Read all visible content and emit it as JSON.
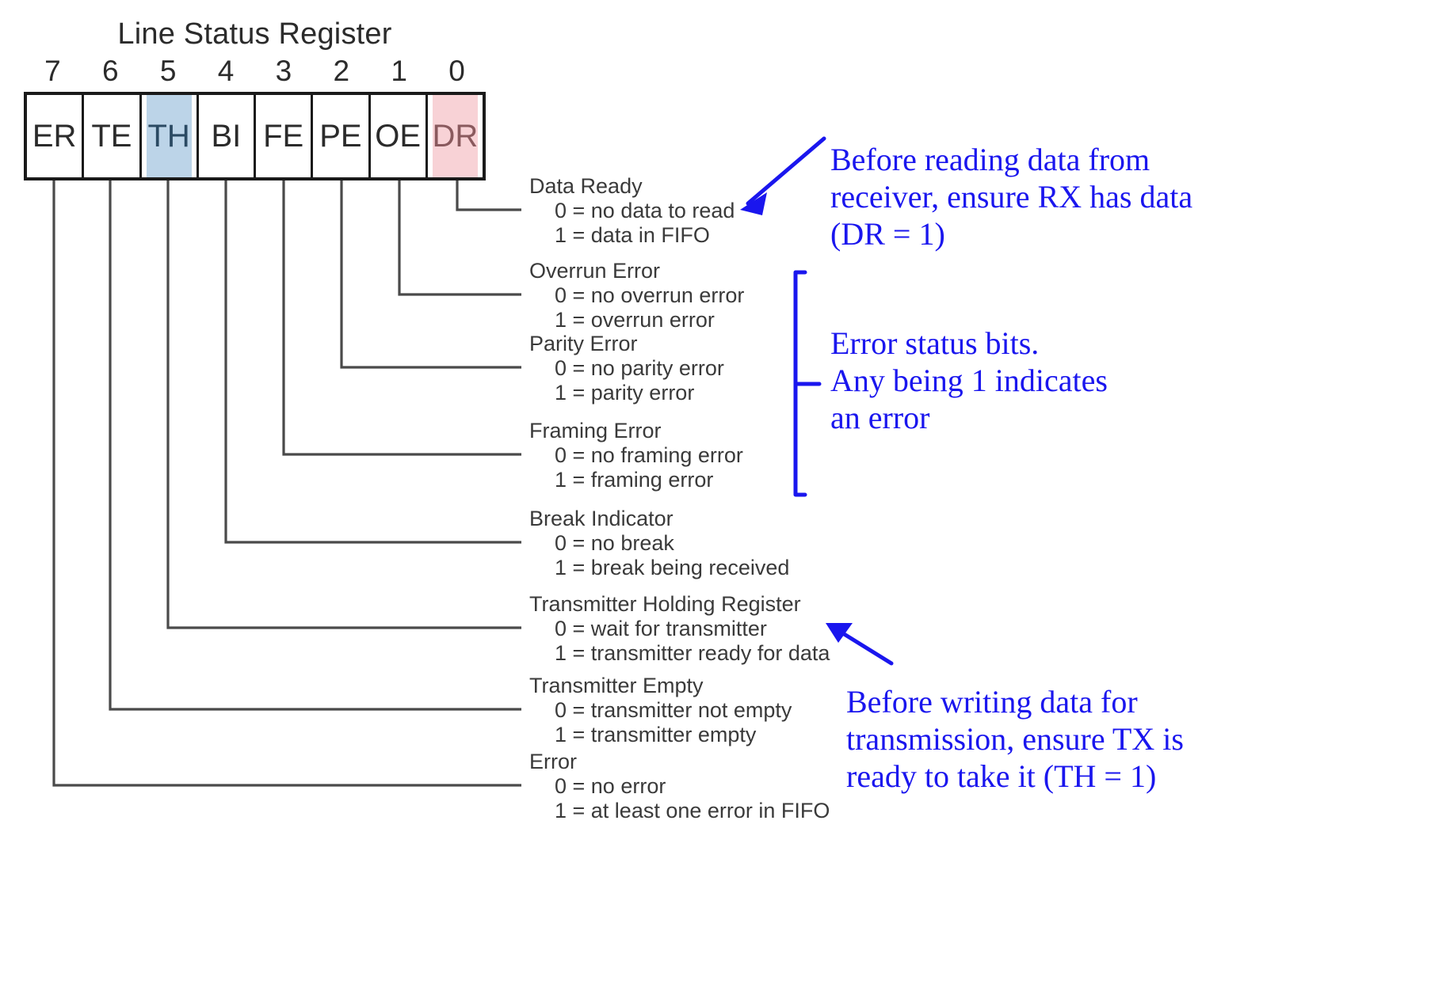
{
  "register": {
    "title": "Line Status Register",
    "bit_numbers": [
      "7",
      "6",
      "5",
      "4",
      "3",
      "2",
      "1",
      "0"
    ],
    "cells": [
      {
        "label": "ER",
        "highlight": "none",
        "bit": 7
      },
      {
        "label": "TE",
        "highlight": "none",
        "bit": 6
      },
      {
        "label": "TH",
        "highlight": "#bcd4e8",
        "bit": 5
      },
      {
        "label": "BI",
        "highlight": "none",
        "bit": 4
      },
      {
        "label": "FE",
        "highlight": "none",
        "bit": 3
      },
      {
        "label": "PE",
        "highlight": "none",
        "bit": 2
      },
      {
        "label": "OE",
        "highlight": "none",
        "bit": 1
      },
      {
        "label": "DR",
        "highlight": "#f8d2d6",
        "bit": 0
      }
    ]
  },
  "callouts": [
    {
      "name": "Data Ready",
      "zero": "0 = no data to read",
      "one": "1 = data in FIFO"
    },
    {
      "name": "Overrun Error",
      "zero": "0 = no overrun error",
      "one": "1 = overrun error"
    },
    {
      "name": "Parity Error",
      "zero": "0 = no parity error",
      "one": "1 = parity error"
    },
    {
      "name": "Framing Error",
      "zero": "0 = no framing error",
      "one": "1 = framing error"
    },
    {
      "name": "Break Indicator",
      "zero": "0 = no break",
      "one": "1 = break being received"
    },
    {
      "name": "Transmitter Holding Register",
      "zero": "0 = wait for transmitter",
      "one": "1 = transmitter ready for data"
    },
    {
      "name": "Transmitter Empty",
      "zero": "0 = transmitter not empty",
      "one": "1 = transmitter empty"
    },
    {
      "name": "Error",
      "zero": "0 = no error",
      "one": "1 = at least one error in FIFO"
    }
  ],
  "annotations": {
    "color": "#1a16ee",
    "rx_note": [
      "Before reading data from",
      "receiver, ensure RX has data",
      "(DR = 1)"
    ],
    "error_note": [
      "Error status bits.",
      "Any being 1 indicates",
      "an error"
    ],
    "tx_note": [
      "Before writing data for",
      "transmission, ensure TX is",
      "ready to take it (TH = 1)"
    ]
  }
}
